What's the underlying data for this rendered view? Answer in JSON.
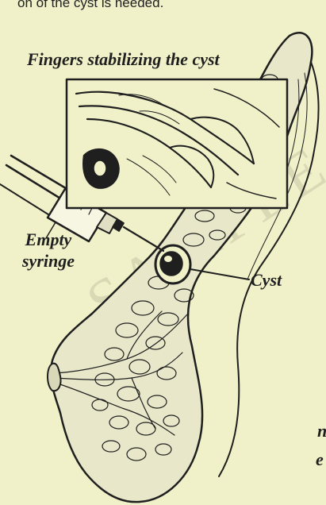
{
  "top_text": "on of the cyst is needed.",
  "labels": {
    "fingers": "Fingers stabilizing the cyst",
    "syringe_line1": "Empty",
    "syringe_line2": "syringe",
    "cyst": "Cyst",
    "fragment_1": "n",
    "fragment_2": "e"
  },
  "watermark": "SAMPLE",
  "colors": {
    "background": "#f0f0c9",
    "ink": "#1f1f1f",
    "tissue_fill": "#e8e7c9",
    "watermark": "#c7c7a8"
  }
}
